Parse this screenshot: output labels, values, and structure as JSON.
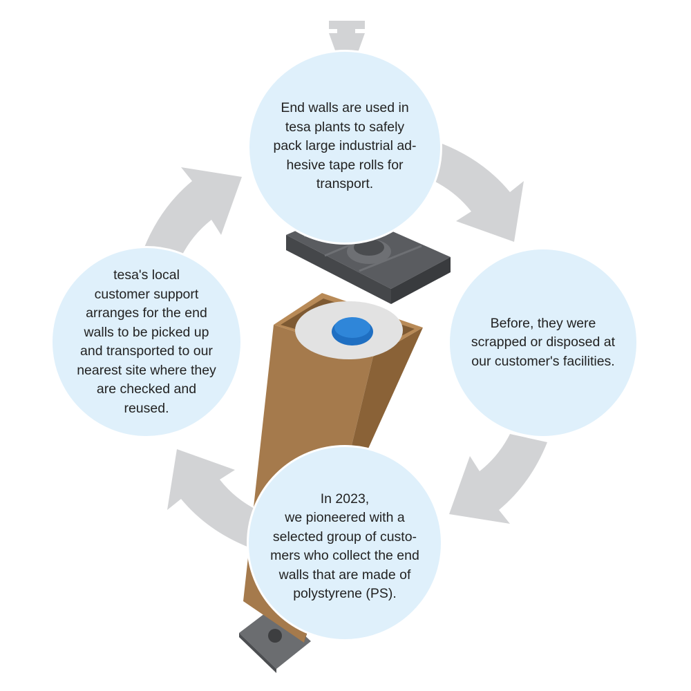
{
  "steps": {
    "top": "End walls are used in\ntesa plants to safely\npack large industrial ad-\nhesive tape rolls for\ntransport.",
    "right": "Before, they were\nscrapped or disposed at\nour customer's facilities.",
    "bottom": "In 2023,\nwe pioneered with a\nselected group of custo-\nmers who collect the end\nwalls that are made of\npolystyrene (PS).",
    "left": "tesa's local\ncustomer support\narranges for the end\nwalls to be picked up\nand transported to our\nnearest site where they\nare checked and\nreused."
  },
  "colors": {
    "circle_fill": "#dff0fb",
    "arrow_gray": "#d2d3d5",
    "text": "#222222",
    "cardboard": "#a57a4c",
    "end_wall": "#5a5c60",
    "tape_core": "#1f6fc2"
  },
  "icons": {
    "cycle_arrows": "cycle-arrow-icon",
    "entry_arrow": "down-arrow-icon",
    "illustration": "tape-roll-box-illustration"
  }
}
